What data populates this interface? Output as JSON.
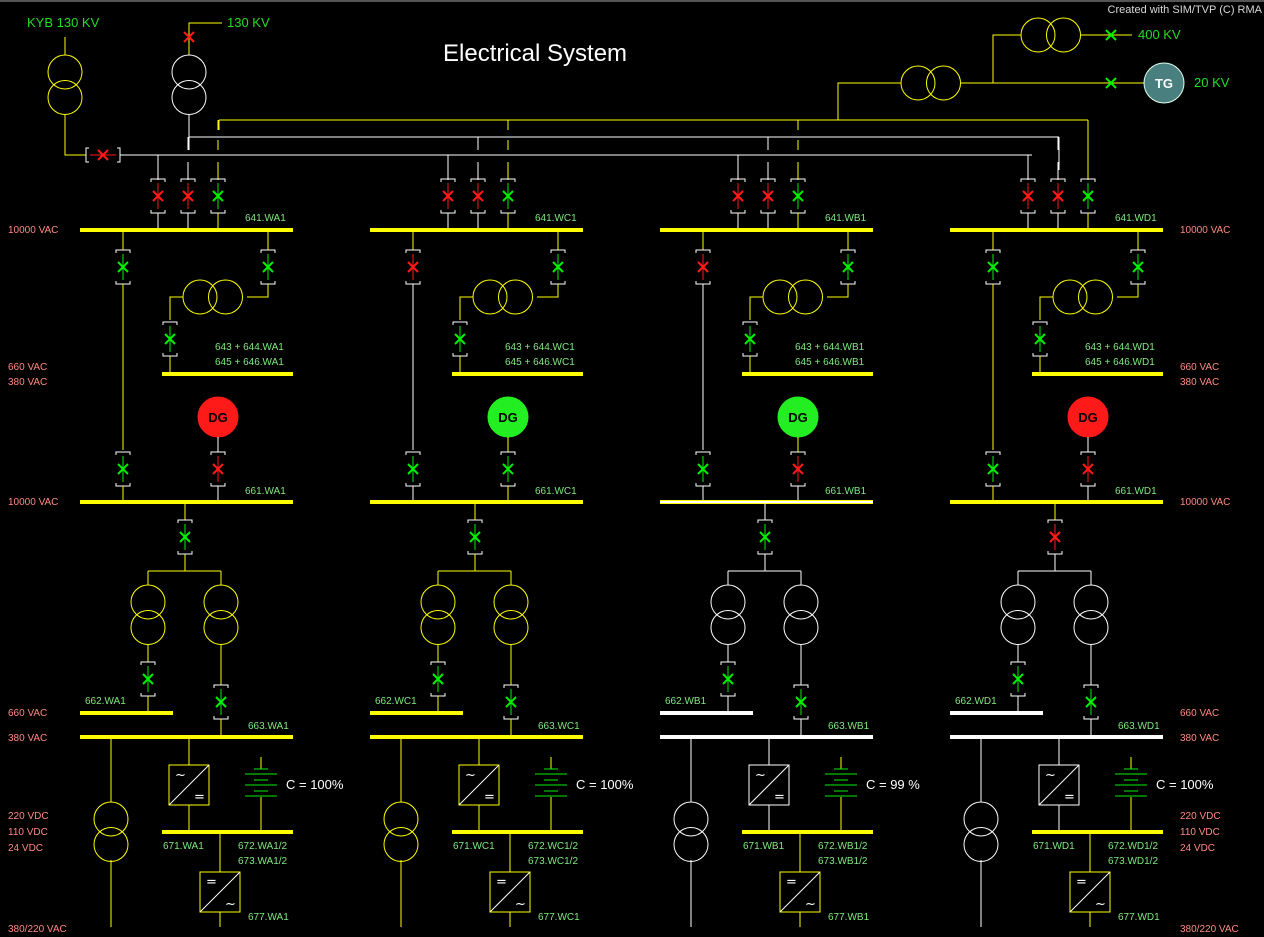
{
  "title": "Electrical System",
  "credit": "Created with SIM/TVP (C) RMA",
  "colors": {
    "energized": "#ffff00",
    "deenergized": "#ffffff",
    "closed": "#00ee00",
    "open": "#ff1a1a",
    "label_green": "#7fe87f",
    "label_pink": "#ff8a80",
    "source_green": "#22dd22",
    "tg_fill": "#4a7f7f"
  },
  "sources": {
    "kyb": {
      "label": "KYB 130 KV",
      "state": "energized"
    },
    "grid130": {
      "label": "130 KV",
      "state": "deenergized",
      "breaker": "open"
    },
    "grid400": {
      "label": "400 KV",
      "breaker": "closed"
    },
    "tg": {
      "label": "TG",
      "voltage": "20 KV",
      "breaker": "closed"
    },
    "tie_breaker": "open"
  },
  "voltage_labels": {
    "left": [
      "10000 VAC",
      "660 VAC",
      "380 VAC",
      "10000 VAC",
      "660 VAC",
      "380 VAC",
      "220 VDC",
      "110 VDC",
      "24 VDC",
      "380/220 VAC"
    ],
    "right": [
      "10000 VAC",
      "660 VAC",
      "380 VAC",
      "10000 VAC",
      "660 VAC",
      "380 VAC",
      "220 VDC",
      "110 VDC",
      "24 VDC",
      "380/220 VAC"
    ]
  },
  "sections": [
    {
      "id": "WA1",
      "bus641": "641.WA1",
      "aux_bus": [
        "643 + 644.WA1",
        "645 + 646.WA1"
      ],
      "bus661": "661.WA1",
      "bus662": "662.WA1",
      "bus663": "663.WA1",
      "bus671": "671.WA1",
      "bus672": [
        "672.WA1/2",
        "673.WA1/2"
      ],
      "bus677": "677.WA1",
      "battery": "C = 100%",
      "dg": {
        "label": "DG",
        "state": "open"
      },
      "incomers": [
        "open",
        "open",
        "closed"
      ],
      "tie_upper": "closed",
      "aux_hv": "closed",
      "aux_lv": "closed",
      "tie_lower": "closed",
      "dg_breaker": "open",
      "feeder661": "closed",
      "tx662": "closed",
      "tx663": "closed",
      "lower_state": "energized"
    },
    {
      "id": "WC1",
      "bus641": "641.WC1",
      "aux_bus": [
        "643 + 644.WC1",
        "645 + 646.WC1"
      ],
      "bus661": "661.WC1",
      "bus662": "662.WC1",
      "bus663": "663.WC1",
      "bus671": "671.WC1",
      "bus672": [
        "672.WC1/2",
        "673.WC1/2"
      ],
      "bus677": "677.WC1",
      "battery": "C = 100%",
      "dg": {
        "label": "DG",
        "state": "running"
      },
      "incomers": [
        "open",
        "open",
        "closed"
      ],
      "tie_upper": "open",
      "aux_hv": "closed",
      "aux_lv": "closed",
      "tie_lower": "closed",
      "dg_breaker": "closed",
      "feeder661": "closed",
      "tx662": "closed",
      "tx663": "closed",
      "lower_state": "energized"
    },
    {
      "id": "WB1",
      "bus641": "641.WB1",
      "aux_bus": [
        "643 + 644.WB1",
        "645 + 646.WB1"
      ],
      "bus661": "661.WB1",
      "bus662": "662.WB1",
      "bus663": "663.WB1",
      "bus671": "671.WB1",
      "bus672": [
        "672.WB1/2",
        "673.WB1/2"
      ],
      "bus677": "677.WB1",
      "battery": "C = 99 %",
      "dg": {
        "label": "DG",
        "state": "running"
      },
      "incomers": [
        "open",
        "open",
        "closed"
      ],
      "tie_upper": "open",
      "aux_hv": "closed",
      "aux_lv": "closed",
      "tie_lower": "closed",
      "dg_breaker": "open",
      "feeder661": "closed",
      "tx662": "closed",
      "tx663": "closed",
      "lower_state": "deenergized"
    },
    {
      "id": "WD1",
      "bus641": "641.WD1",
      "aux_bus": [
        "643 + 644.WD1",
        "645 + 646.WD1"
      ],
      "bus661": "661.WD1",
      "bus662": "662.WD1",
      "bus663": "663.WD1",
      "bus671": "671.WD1",
      "bus672": [
        "672.WD1/2",
        "673.WD1/2"
      ],
      "bus677": "677.WD1",
      "battery": "C = 100%",
      "dg": {
        "label": "DG",
        "state": "open"
      },
      "incomers": [
        "open",
        "open",
        "closed"
      ],
      "tie_upper": "closed",
      "aux_hv": "closed",
      "aux_lv": "closed",
      "tie_lower": "closed",
      "dg_breaker": "open",
      "feeder661": "open",
      "tx662": "closed",
      "tx663": "closed",
      "lower_state": "deenergized"
    }
  ]
}
